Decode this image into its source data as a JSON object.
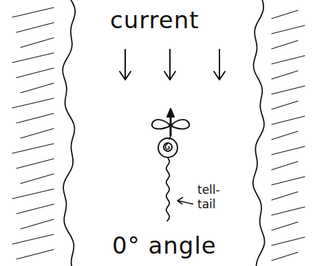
{
  "diagram": {
    "caption": "0° angle",
    "labels": [
      "current",
      "tell- tail"
    ]
  }
}
